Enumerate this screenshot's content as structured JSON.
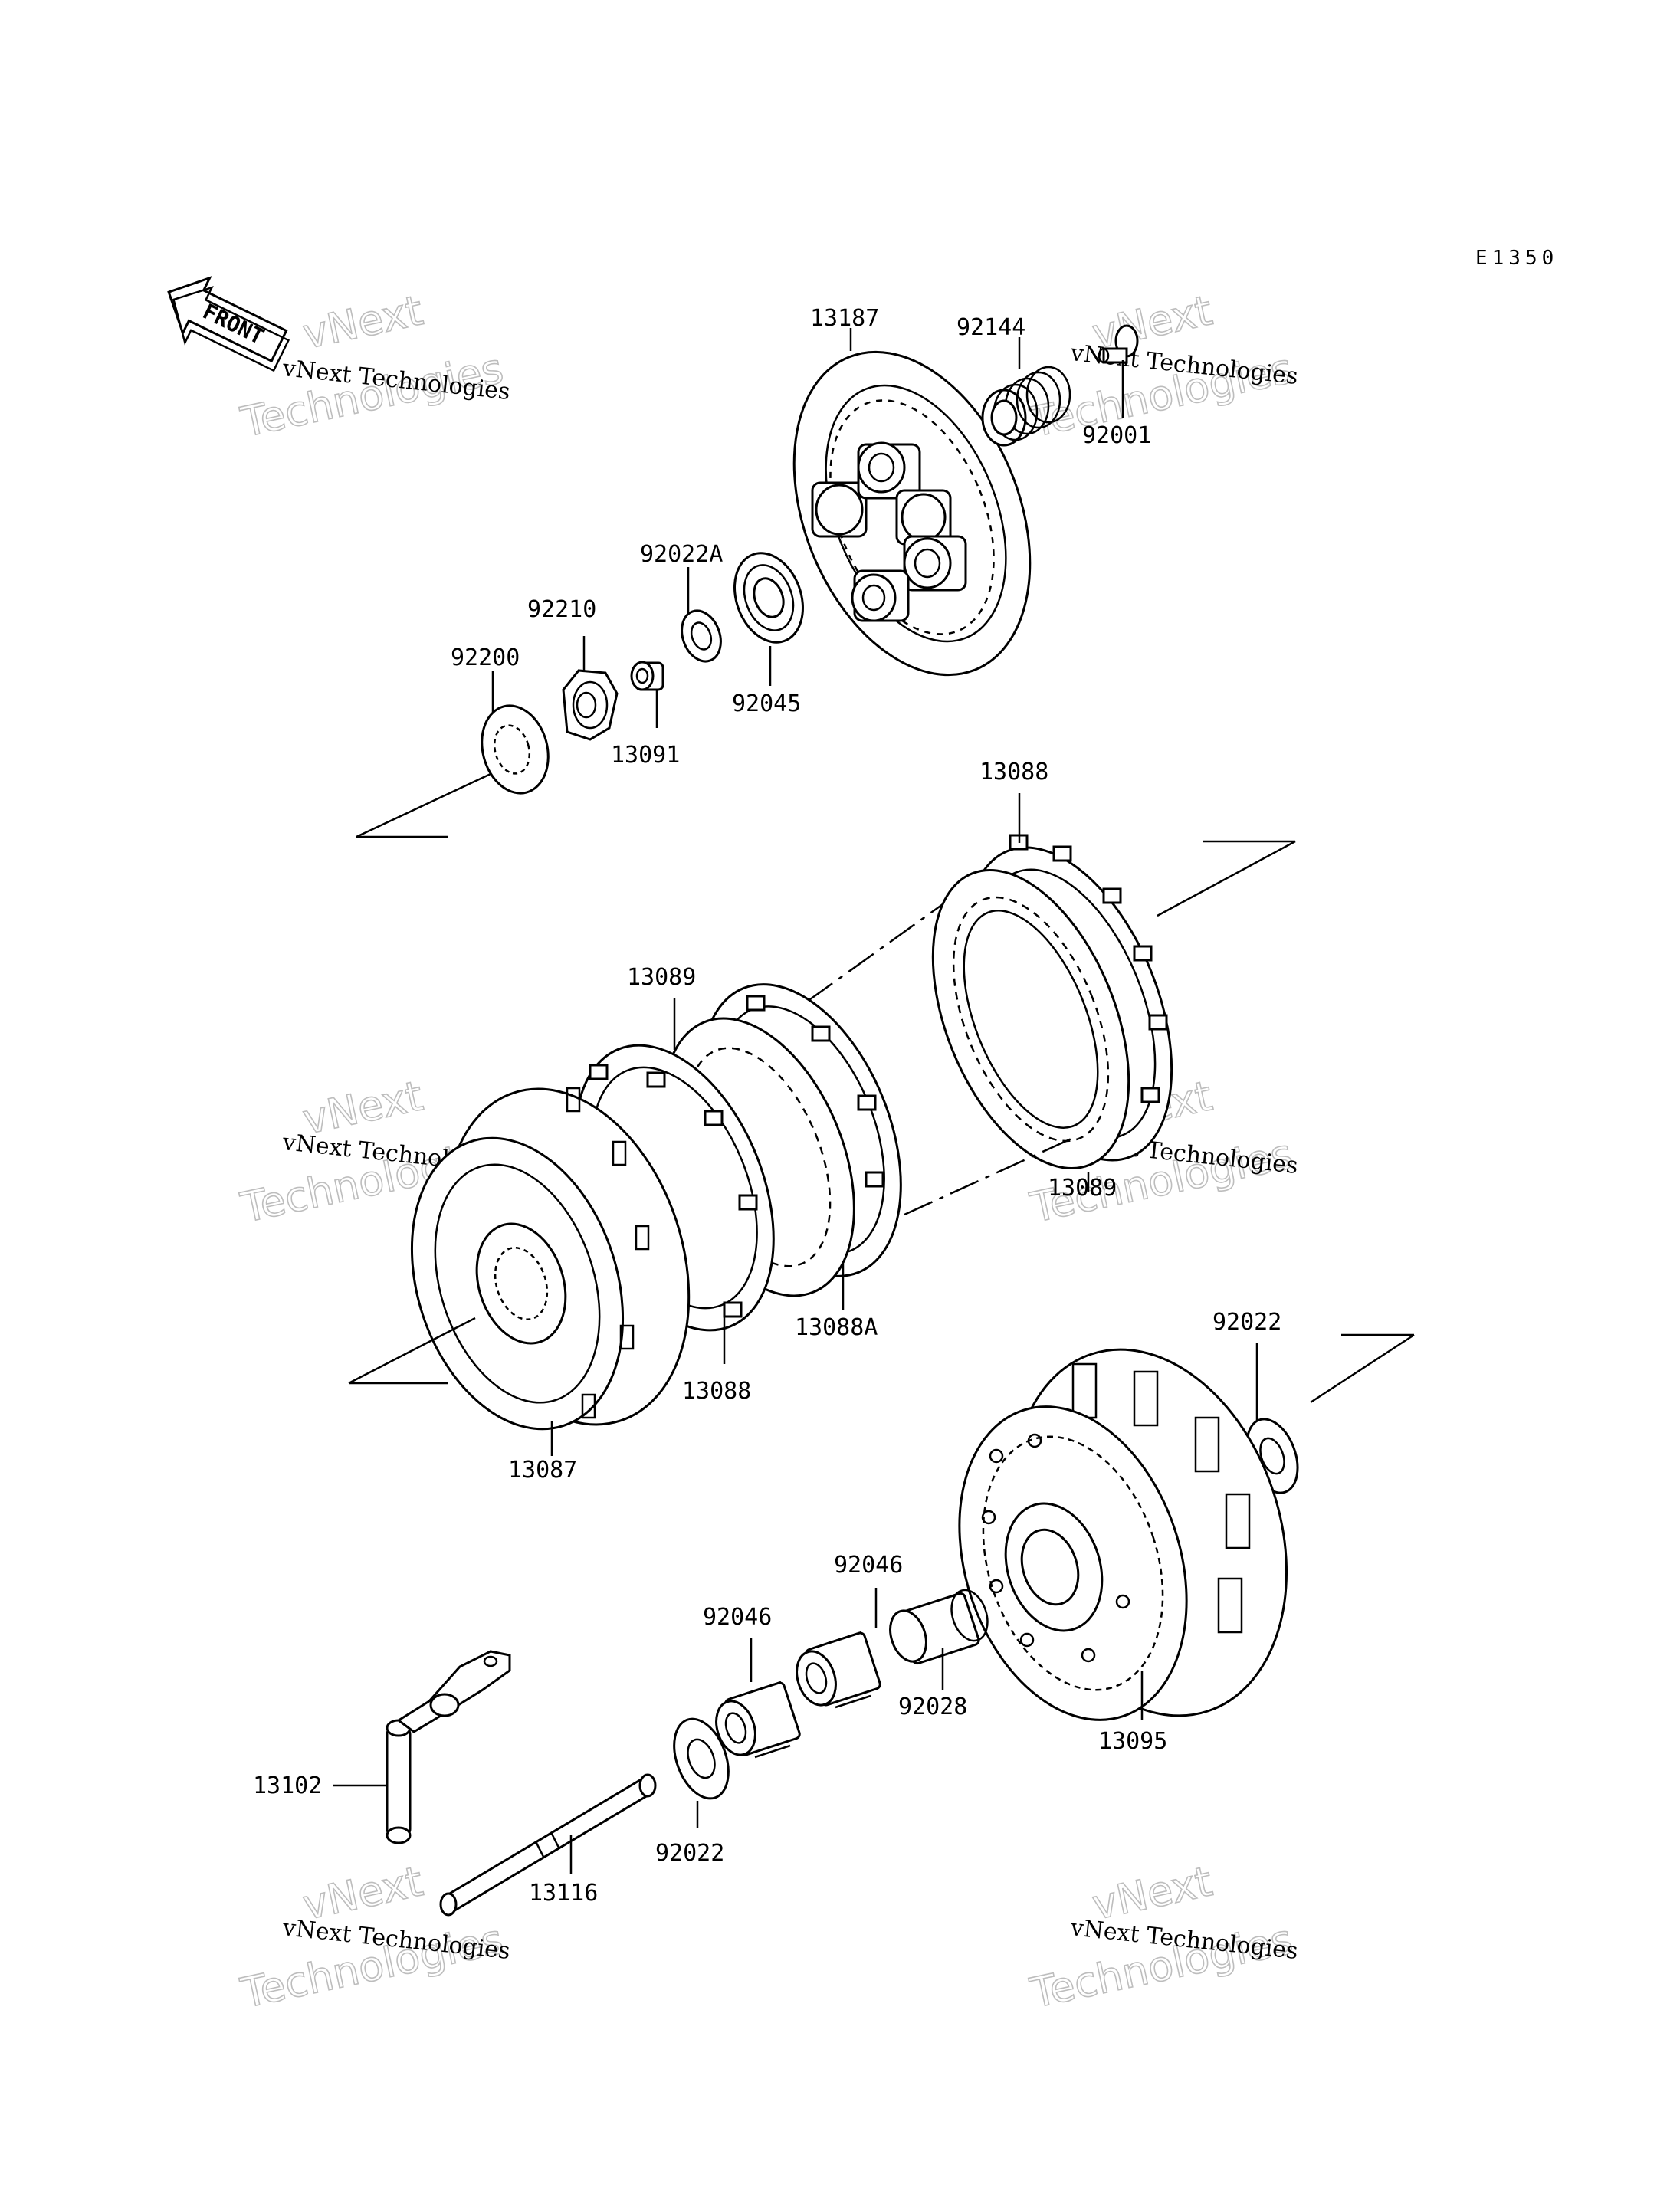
{
  "diagram_code": "E1350",
  "front_label": "FRONT",
  "watermark": {
    "line1": "vNext Technologies",
    "big_line1": "vNext",
    "big_line2": "Technologies"
  },
  "parts": {
    "p13187": "13187",
    "p92144": "92144",
    "p92001": "92001",
    "p92022A": "92022A",
    "p92210": "92210",
    "p92200": "92200",
    "p92045": "92045",
    "p13091": "13091",
    "p13088_top": "13088",
    "p13089_left": "13089",
    "p13089_right": "13089",
    "p13088A": "13088A",
    "p13088_bottom": "13088",
    "p13087": "13087",
    "p92022_right": "92022",
    "p92046_a": "92046",
    "p92046_b": "92046",
    "p92028": "92028",
    "p13095": "13095",
    "p13102": "13102",
    "p13116": "13116",
    "p92022_bottom": "92022"
  }
}
